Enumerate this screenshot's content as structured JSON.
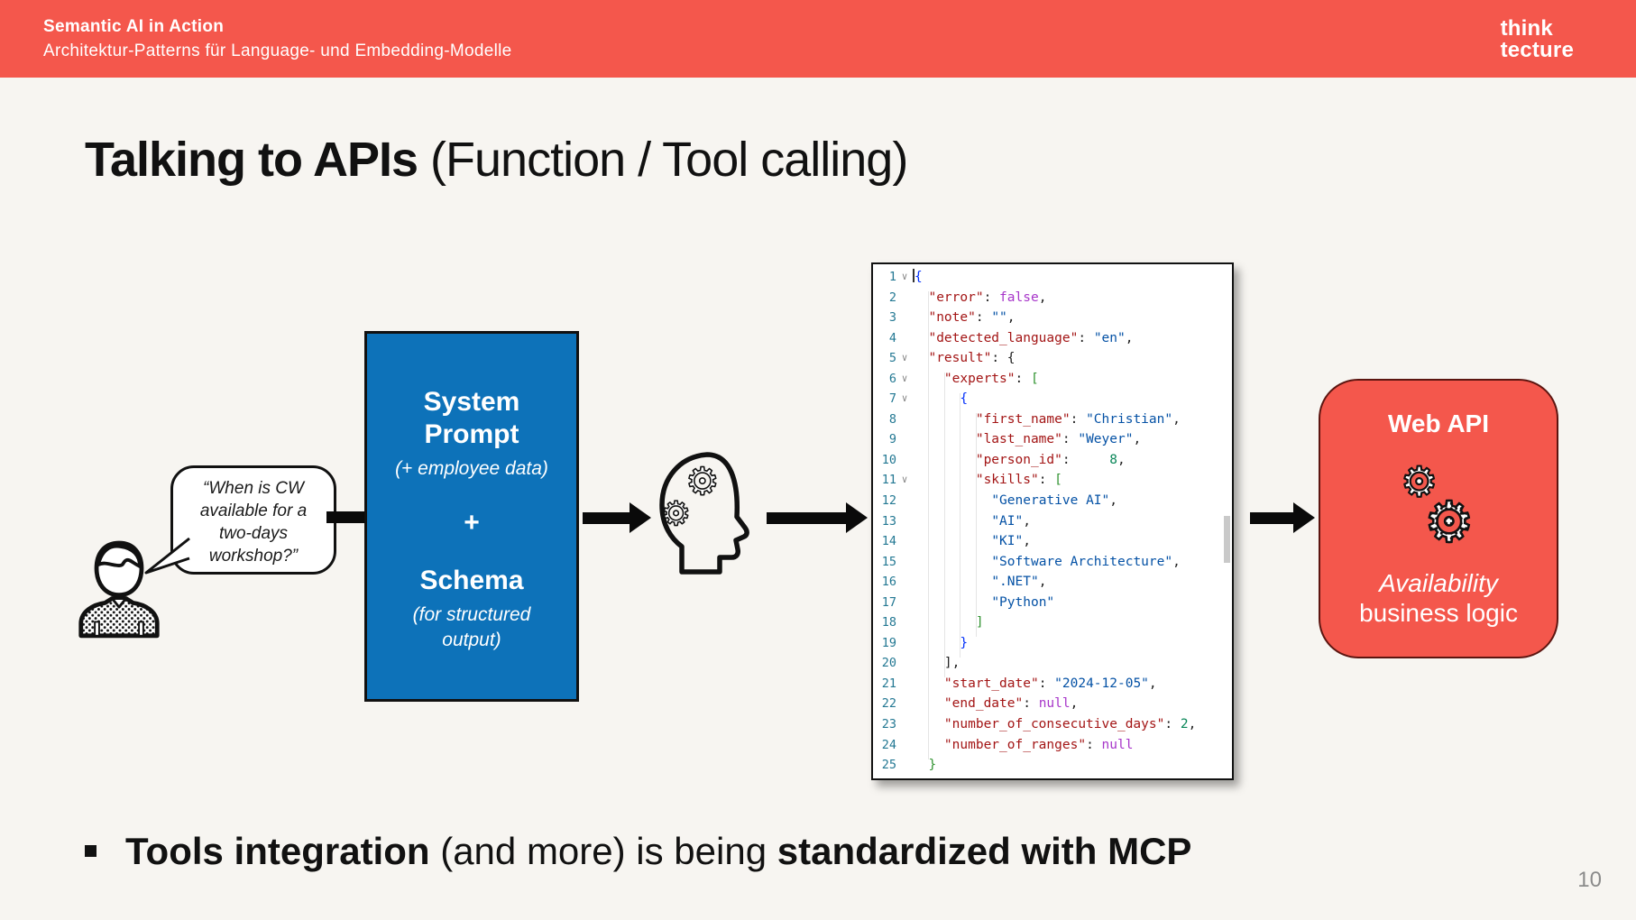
{
  "header": {
    "title": "Semantic AI in Action",
    "subtitle": "Architektur-Patterns für Language- und Embedding-Modelle",
    "logo_line1": "think",
    "logo_line2": "tecture",
    "bg_color": "#f4574c"
  },
  "slide": {
    "title_bold": "Talking to APIs",
    "title_rest": " (Function / Tool calling)",
    "page_number": "10",
    "background": "#f7f5f1"
  },
  "speech_bubble": {
    "text": "“When is CW\navailable for a\ntwo-days\nworkshop?”"
  },
  "prompt_box": {
    "heading1": "System\nPrompt",
    "sub1": "(+ employee data)",
    "plus": "+",
    "heading2": "Schema",
    "sub2": "(for structured\noutput)",
    "bg_color": "#0d72b9"
  },
  "web_api_box": {
    "title": "Web API",
    "line1_italic": "Availability",
    "line2": "business logic",
    "bg_color": "#f4574c"
  },
  "bullet": {
    "bold1": "Tools integration",
    "mid": " (and more) is being ",
    "bold2": "standardized with MCP"
  },
  "code_editor": {
    "fold_icon": "∨",
    "token_colors": {
      "key": "#a31515",
      "string": "#0451a5",
      "constant": "#a735c9",
      "number": "#098658",
      "bracket_green": "#319331",
      "bracket_blue": "#0431fa",
      "line_number": "#237893"
    },
    "lines": [
      {
        "n": 1,
        "fold": true,
        "indent": 0,
        "cursor": true,
        "tokens": [
          [
            "b",
            "{"
          ]
        ]
      },
      {
        "n": 2,
        "indent": 2,
        "tokens": [
          [
            "k",
            "\"error\""
          ],
          [
            "p",
            ": "
          ],
          [
            "c",
            "false"
          ],
          [
            "p",
            ","
          ]
        ]
      },
      {
        "n": 3,
        "indent": 2,
        "tokens": [
          [
            "k",
            "\"note\""
          ],
          [
            "p",
            ": "
          ],
          [
            "s",
            "\"\""
          ],
          [
            "p",
            ","
          ]
        ]
      },
      {
        "n": 4,
        "indent": 2,
        "tokens": [
          [
            "k",
            "\"detected_language\""
          ],
          [
            "p",
            ": "
          ],
          [
            "s",
            "\"en\""
          ],
          [
            "p",
            ","
          ]
        ]
      },
      {
        "n": 5,
        "fold": true,
        "indent": 2,
        "tokens": [
          [
            "k",
            "\"result\""
          ],
          [
            "p",
            ": {"
          ]
        ]
      },
      {
        "n": 6,
        "fold": true,
        "indent": 4,
        "tokens": [
          [
            "k",
            "\"experts\""
          ],
          [
            "p",
            ": "
          ],
          [
            "g",
            "["
          ]
        ]
      },
      {
        "n": 7,
        "fold": true,
        "indent": 6,
        "tokens": [
          [
            "b",
            "{"
          ]
        ]
      },
      {
        "n": 8,
        "indent": 8,
        "tokens": [
          [
            "k",
            "\"first_name\""
          ],
          [
            "p",
            ": "
          ],
          [
            "s",
            "\"Christian\""
          ],
          [
            "p",
            ","
          ]
        ]
      },
      {
        "n": 9,
        "indent": 8,
        "tokens": [
          [
            "k",
            "\"last_name\""
          ],
          [
            "p",
            ": "
          ],
          [
            "s",
            "\"Weyer\""
          ],
          [
            "p",
            ","
          ]
        ]
      },
      {
        "n": 10,
        "indent": 8,
        "tokens": [
          [
            "k",
            "\"person_id\""
          ],
          [
            "p",
            ":     "
          ],
          [
            "num",
            "8"
          ],
          [
            "p",
            ","
          ]
        ]
      },
      {
        "n": 11,
        "fold": true,
        "indent": 8,
        "tokens": [
          [
            "k",
            "\"skills\""
          ],
          [
            "p",
            ": "
          ],
          [
            "g",
            "["
          ]
        ]
      },
      {
        "n": 12,
        "indent": 10,
        "tokens": [
          [
            "s",
            "\"Generative AI\""
          ],
          [
            "p",
            ","
          ]
        ]
      },
      {
        "n": 13,
        "indent": 10,
        "tokens": [
          [
            "s",
            "\"AI\""
          ],
          [
            "p",
            ","
          ]
        ]
      },
      {
        "n": 14,
        "indent": 10,
        "tokens": [
          [
            "s",
            "\"KI\""
          ],
          [
            "p",
            ","
          ]
        ]
      },
      {
        "n": 15,
        "indent": 10,
        "tokens": [
          [
            "s",
            "\"Software Architecture\""
          ],
          [
            "p",
            ","
          ]
        ]
      },
      {
        "n": 16,
        "indent": 10,
        "tokens": [
          [
            "s",
            "\".NET\""
          ],
          [
            "p",
            ","
          ]
        ]
      },
      {
        "n": 17,
        "indent": 10,
        "tokens": [
          [
            "s",
            "\"Python\""
          ]
        ]
      },
      {
        "n": 18,
        "indent": 8,
        "tokens": [
          [
            "g",
            "]"
          ]
        ]
      },
      {
        "n": 19,
        "indent": 6,
        "tokens": [
          [
            "b",
            "}"
          ]
        ]
      },
      {
        "n": 20,
        "indent": 4,
        "tokens": [
          [
            "p",
            "],"
          ]
        ]
      },
      {
        "n": 21,
        "indent": 4,
        "tokens": [
          [
            "k",
            "\"start_date\""
          ],
          [
            "p",
            ": "
          ],
          [
            "s",
            "\"2024-12-05\""
          ],
          [
            "p",
            ","
          ]
        ]
      },
      {
        "n": 22,
        "indent": 4,
        "tokens": [
          [
            "k",
            "\"end_date\""
          ],
          [
            "p",
            ": "
          ],
          [
            "c",
            "null"
          ],
          [
            "p",
            ","
          ]
        ]
      },
      {
        "n": 23,
        "indent": 4,
        "tokens": [
          [
            "k",
            "\"number_of_consecutive_days\""
          ],
          [
            "p",
            ": "
          ],
          [
            "num",
            "2"
          ],
          [
            "p",
            ","
          ]
        ]
      },
      {
        "n": 24,
        "indent": 4,
        "tokens": [
          [
            "k",
            "\"number_of_ranges\""
          ],
          [
            "p",
            ": "
          ],
          [
            "c",
            "null"
          ]
        ]
      },
      {
        "n": 25,
        "indent": 2,
        "tokens": [
          [
            "g",
            "}"
          ]
        ]
      }
    ]
  }
}
